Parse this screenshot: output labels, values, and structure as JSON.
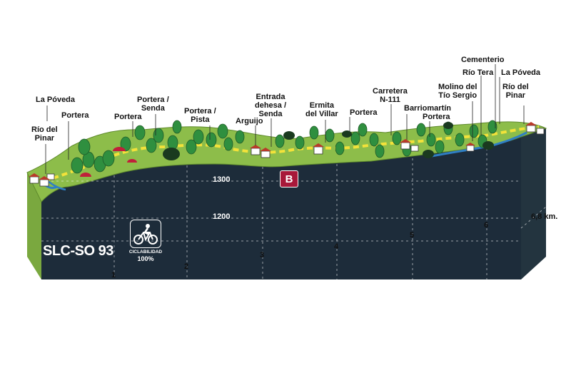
{
  "route_code": "SLC-SO 93",
  "badge": {
    "marker": "B",
    "label": "CICLABILIDAD",
    "percent": "100%",
    "icon": "bicycle-icon"
  },
  "colors": {
    "grass": "#8dbd4a",
    "grass_dark": "#6f9e36",
    "front": "#1d2c3a",
    "side": "#23343f",
    "path": "#f2e23a",
    "river": "#2f7fc4",
    "tree": "#2f8f3f",
    "marker": "#a8183a"
  },
  "elevation_labels": [
    "1300",
    "1200"
  ],
  "km_ticks": [
    "1",
    "2",
    "3",
    "4",
    "5",
    "6",
    "6,8 km."
  ],
  "places": [
    {
      "id": "rio-pinar-start",
      "lines": [
        "Río del",
        "Pinar"
      ]
    },
    {
      "id": "la-poveda-start",
      "lines": [
        "La Póveda"
      ]
    },
    {
      "id": "portera-1",
      "lines": [
        "Portera"
      ]
    },
    {
      "id": "portera-2",
      "lines": [
        "Portera"
      ]
    },
    {
      "id": "portera-senda",
      "lines": [
        "Portera /",
        "Senda"
      ]
    },
    {
      "id": "portera-pista",
      "lines": [
        "Portera /",
        "Pista"
      ]
    },
    {
      "id": "arguijo",
      "lines": [
        "Arguijo"
      ]
    },
    {
      "id": "entrada-dehesa",
      "lines": [
        "Entrada",
        "dehesa /",
        "Senda"
      ]
    },
    {
      "id": "ermita-villar",
      "lines": [
        "Ermita",
        "del Villar"
      ]
    },
    {
      "id": "portera-3",
      "lines": [
        "Portera"
      ]
    },
    {
      "id": "carretera-n111",
      "lines": [
        "Carretera",
        "N-111"
      ]
    },
    {
      "id": "barriomartin",
      "lines": [
        "Barriomartín"
      ]
    },
    {
      "id": "portera-4",
      "lines": [
        "Portera"
      ]
    },
    {
      "id": "molino-tio-sergio",
      "lines": [
        "Molino del",
        "Tío Sergio"
      ]
    },
    {
      "id": "rio-tera",
      "lines": [
        "Río Tera"
      ]
    },
    {
      "id": "cementerio",
      "lines": [
        "Cementerio"
      ]
    },
    {
      "id": "la-poveda-end",
      "lines": [
        "La Póveda"
      ]
    },
    {
      "id": "rio-pinar-end",
      "lines": [
        "Río del",
        "Pinar"
      ]
    }
  ]
}
